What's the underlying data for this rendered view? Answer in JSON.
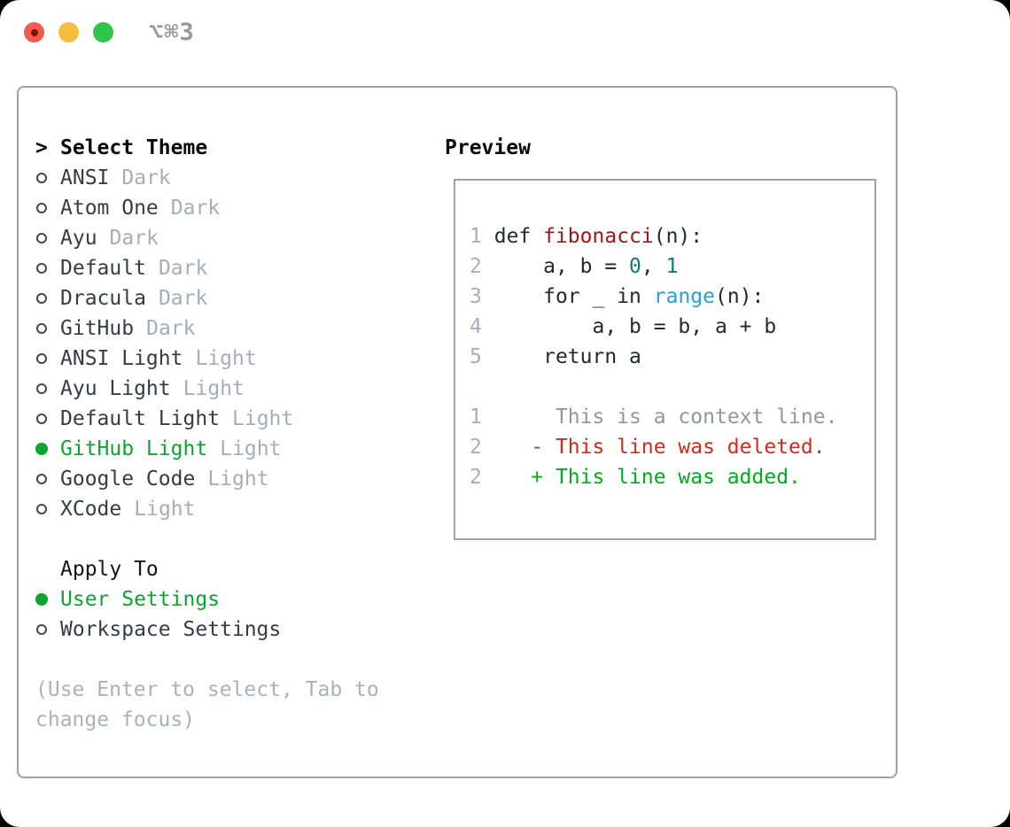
{
  "titlebar": {
    "title": "⌥⌘3"
  },
  "colors": {
    "accent_green": "#0ca52f",
    "deleted_red": "#ce2d1d",
    "added_green": "#00ac1c",
    "function_red": "#a41513",
    "number_teal": "#0d7c78",
    "call_blue": "#2aa0d8",
    "border_gray": "#99a2ac",
    "muted_gray": "#a4aebb",
    "traffic_red": "#f25a4e",
    "traffic_yellow": "#f8bd40",
    "traffic_green": "#2fc546"
  },
  "theme_panel": {
    "heading_prefix": ">",
    "heading": "Select Theme",
    "items": [
      {
        "name": "ANSI",
        "variant": "Dark",
        "selected": false
      },
      {
        "name": "Atom One",
        "variant": "Dark",
        "selected": false
      },
      {
        "name": "Ayu",
        "variant": "Dark",
        "selected": false
      },
      {
        "name": "Default",
        "variant": "Dark",
        "selected": false
      },
      {
        "name": "Dracula",
        "variant": "Dark",
        "selected": false
      },
      {
        "name": "GitHub",
        "variant": "Dark",
        "selected": false
      },
      {
        "name": "ANSI Light",
        "variant": "Light",
        "selected": false
      },
      {
        "name": "Ayu Light",
        "variant": "Light",
        "selected": false
      },
      {
        "name": "Default Light",
        "variant": "Light",
        "selected": false
      },
      {
        "name": "GitHub Light",
        "variant": "Light",
        "selected": true
      },
      {
        "name": "Google Code",
        "variant": "Light",
        "selected": false
      },
      {
        "name": "XCode",
        "variant": "Light",
        "selected": false
      }
    ],
    "apply_heading": "Apply To",
    "apply_options": [
      {
        "name": "User Settings",
        "selected": true
      },
      {
        "name": "Workspace Settings",
        "selected": false
      }
    ],
    "hint": "(Use Enter to select, Tab to change focus)"
  },
  "preview": {
    "heading": "Preview",
    "code_lines": [
      [
        {
          "t": "1",
          "c": "ln"
        },
        {
          "t": " ",
          "c": "pl"
        },
        {
          "t": "def ",
          "c": "kw"
        },
        {
          "t": "fibonacci",
          "c": "fn"
        },
        {
          "t": "(n):",
          "c": "pl"
        }
      ],
      [
        {
          "t": "2",
          "c": "ln"
        },
        {
          "t": "     a, b = ",
          "c": "pl"
        },
        {
          "t": "0",
          "c": "num"
        },
        {
          "t": ", ",
          "c": "pl"
        },
        {
          "t": "1",
          "c": "num"
        }
      ],
      [
        {
          "t": "3",
          "c": "ln"
        },
        {
          "t": "     ",
          "c": "pl"
        },
        {
          "t": "for",
          "c": "kw"
        },
        {
          "t": " _ ",
          "c": "pl"
        },
        {
          "t": "in",
          "c": "kw"
        },
        {
          "t": " ",
          "c": "pl"
        },
        {
          "t": "range",
          "c": "call"
        },
        {
          "t": "(n):",
          "c": "pl"
        }
      ],
      [
        {
          "t": "4",
          "c": "ln"
        },
        {
          "t": "         a, b = b, a + b",
          "c": "pl"
        }
      ],
      [
        {
          "t": "5",
          "c": "ln"
        },
        {
          "t": "     ",
          "c": "pl"
        },
        {
          "t": "return",
          "c": "kw"
        },
        {
          "t": " a",
          "c": "pl"
        }
      ],
      [],
      [
        {
          "t": "1",
          "c": "ln"
        },
        {
          "t": "      ",
          "c": "pl"
        },
        {
          "t": "This is a context line.",
          "c": "ctx"
        }
      ],
      [
        {
          "t": "2",
          "c": "ln"
        },
        {
          "t": "    ",
          "c": "pl"
        },
        {
          "t": "- This line was deleted.",
          "c": "del"
        }
      ],
      [
        {
          "t": "2",
          "c": "ln"
        },
        {
          "t": "    ",
          "c": "pl"
        },
        {
          "t": "+ This line was added.",
          "c": "add"
        }
      ]
    ]
  }
}
